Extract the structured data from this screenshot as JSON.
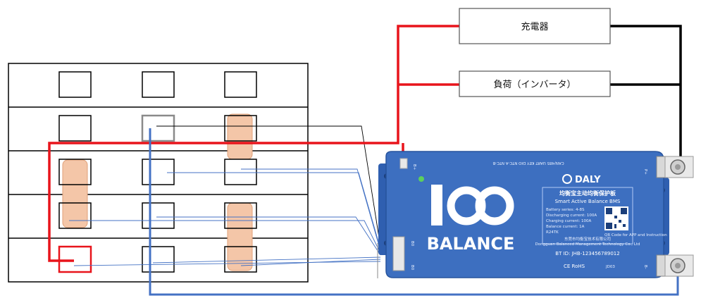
{
  "charger": {
    "label": "充電器"
  },
  "load": {
    "label": "負荷（インバータ）"
  },
  "bms": {
    "pin_labels": "CAN/485  UART  KEY  DIO  NTC-A  NTC-B",
    "brand": "DALY",
    "logo_number": "100",
    "logo_word": "BALANCE",
    "title_cn": "均衡宝主动均衡保护板",
    "title_en": "Smart Active Balance BMS",
    "specs": [
      "Battery series: 4-8S",
      "Discharging current: 100A",
      "Charging current: 100A",
      "Balance current: 1A",
      "R24TK"
    ],
    "qr_note": "QR Code for APP and Instruction",
    "company_cn": "东莞市均衡宝技术有限公司",
    "company_en": "Dongguan Balanced Management Technology Co., Ltd",
    "bt_id": "BT ID: JHB-123456789012",
    "cert": "CE  RoHS",
    "model": "JD03",
    "terminal_b_plus": "B+",
    "terminal_b0": "B0",
    "terminal_p_plus": "P+",
    "terminal_b_minus": "B-"
  },
  "colors": {
    "positive_wire": "#e8141b",
    "negative_wire": "#4472c4",
    "output_wire": "#000000",
    "sense_wire": "#4472c4",
    "bms_body": "#3d6fc0",
    "busbar": "#f4c6a8"
  }
}
